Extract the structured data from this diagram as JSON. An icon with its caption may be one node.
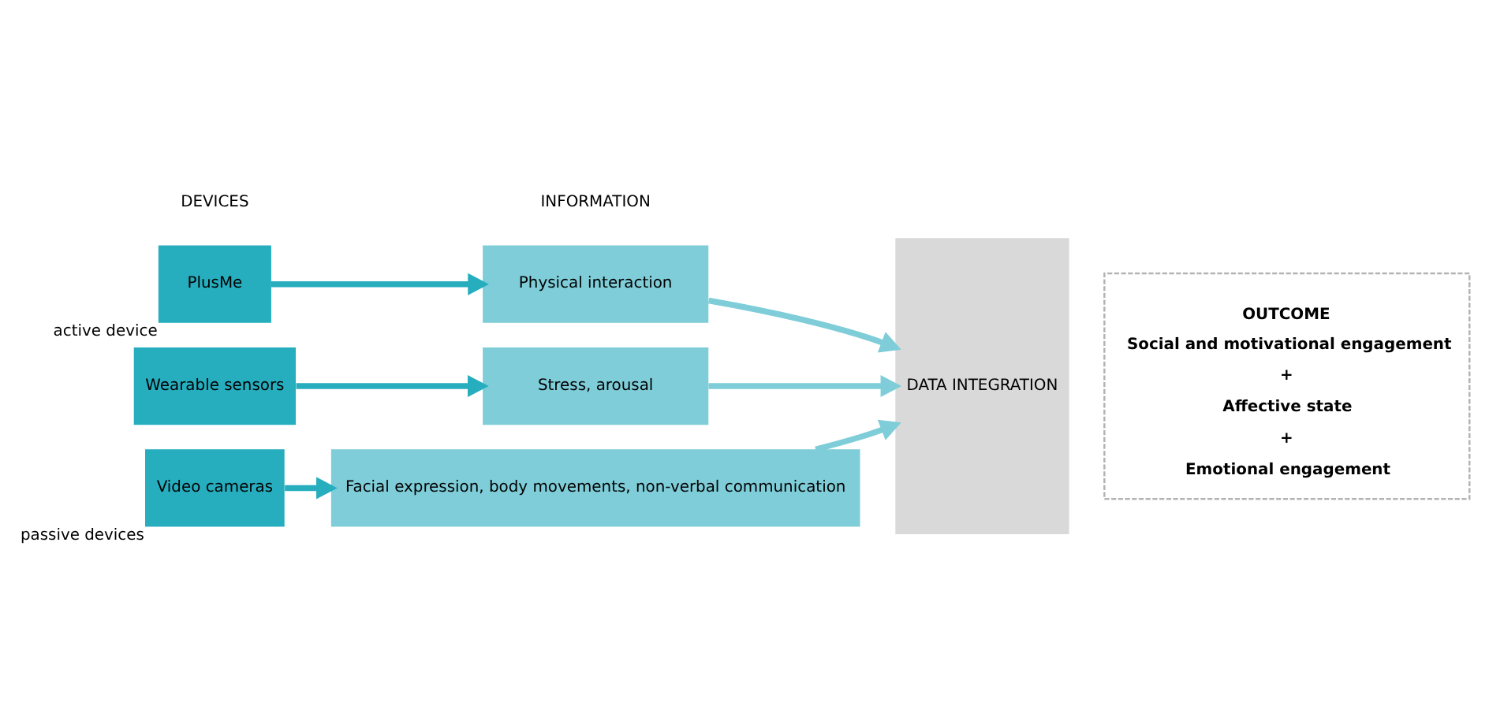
{
  "diagram": {
    "nodes": [
      {
        "text": [
          "PlusMe"
        ],
        "beside": [
          "active device"
        ]
      },
      {
        "text": [
          "Wearable sensors"
        ]
      },
      {
        "text": [
          "Video cameras"
        ],
        "beside": [
          "passive devices"
        ]
      },
      {
        "text": [
          "Physical interaction"
        ]
      },
      {
        "text": [
          "Stress, arousal"
        ]
      },
      {
        "text": [
          "Facial expression, body movements, non-verbal communication"
        ]
      },
      {
        "text": [
          "DATA INTEGRATION"
        ]
      },
      {
        "text": [
          "OUTCOME",
          "Social and motivational engagement",
          "+",
          "Affective state",
          "+",
          "Emotional engagement"
        ]
      }
    ],
    "edges": [
      {
        "from": 0,
        "to": 3,
        "arrow": "to"
      },
      {
        "from": 1,
        "to": 4,
        "arrow": "to"
      },
      {
        "from": 2,
        "to": 5,
        "arrow": "to"
      },
      {
        "from": 3,
        "to": 6,
        "arrow": "to"
      },
      {
        "from": 4,
        "to": 6,
        "arrow": "to"
      },
      {
        "from": 5,
        "to": 6,
        "arrow": "to"
      }
    ],
    "labels": [
      "DEVICES",
      "INFORMATION"
    ]
  }
}
